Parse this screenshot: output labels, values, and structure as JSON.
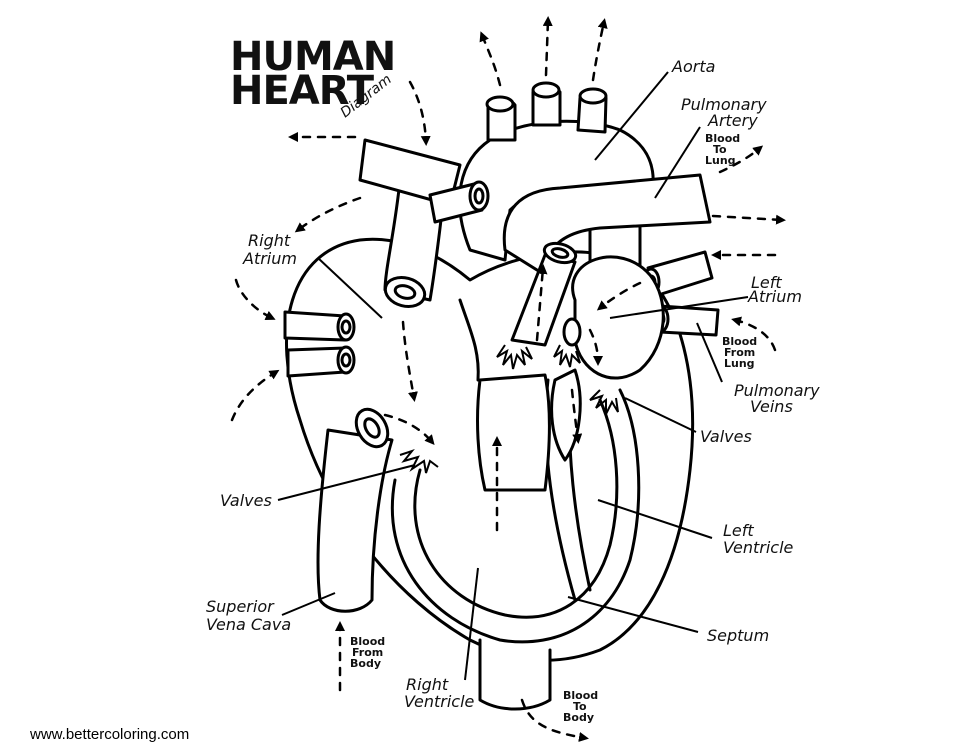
{
  "title": {
    "line1": "HUMAN",
    "line2": "HEART",
    "subtitle": "Diagram"
  },
  "labels": {
    "aorta": "Aorta",
    "pulmonary_artery": [
      "Pulmonary",
      "Artery"
    ],
    "right_atrium": [
      "Right",
      "Atrium"
    ],
    "left_atrium": [
      "Left",
      "Atrium"
    ],
    "pulmonary_veins": [
      "Pulmonary",
      "Veins"
    ],
    "valves_left": "Valves",
    "valves_right": "Valves",
    "left_ventricle": [
      "Left",
      "Ventricle"
    ],
    "septum": "Septum",
    "superior_vena_cava": [
      "Superior",
      "Vena Cava"
    ],
    "right_ventricle": [
      "Right",
      "Ventricle"
    ]
  },
  "flow_notes": {
    "blood_to_lung": [
      "Blood",
      "To",
      "Lung"
    ],
    "blood_from_lung": [
      "Blood",
      "From",
      "Lung"
    ],
    "blood_from_body": [
      "Blood",
      "From",
      "Body"
    ],
    "blood_to_body": [
      "Blood",
      "To",
      "Body"
    ]
  },
  "credit": "www.bettercoloring.com"
}
